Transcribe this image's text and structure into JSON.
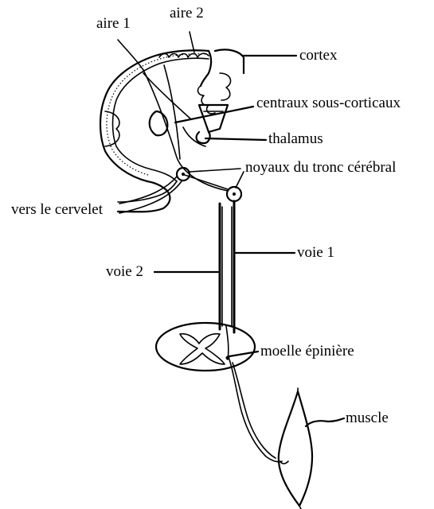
{
  "labels": {
    "aire1": "aire 1",
    "aire2": "aire 2",
    "cortex": "cortex",
    "centraux": "centraux sous-corticaux",
    "thalamus": "thalamus",
    "noyaux": "noyaux du tronc cérébral",
    "cervelet": "vers le cervelet",
    "voie2": "voie 2",
    "voie1": "voie 1",
    "moelle": "moelle épinière",
    "muscle": "muscle"
  }
}
